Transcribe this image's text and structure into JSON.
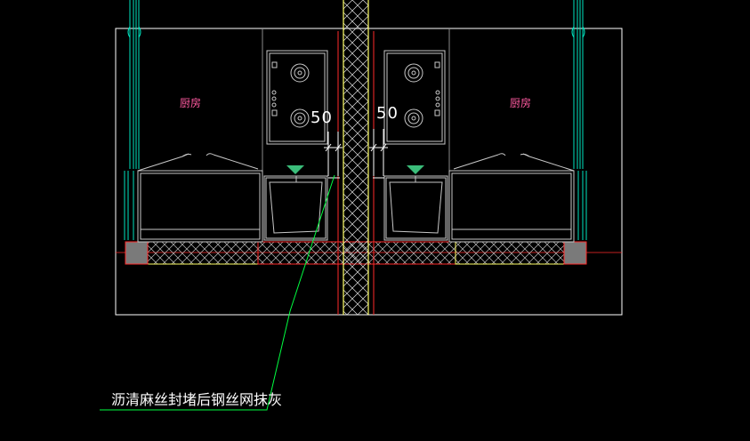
{
  "labels": {
    "room_left": "厨房",
    "room_right": "厨房",
    "dim_left": "50",
    "dim_right": "50",
    "callout": "沥清麻丝封堵后钢丝网抹灰"
  },
  "colors": {
    "background": "#000000",
    "frame": "#ffffff",
    "wall_hatch": "#ffff66",
    "red_line": "#ff2a2a",
    "cyan": "#00e5c0",
    "green_leader": "#00ff40",
    "fixture": "#c8c8c8",
    "room_text": "#ff5aa0"
  }
}
